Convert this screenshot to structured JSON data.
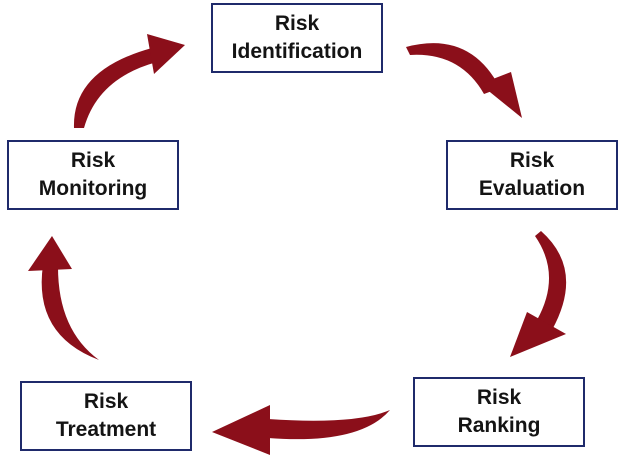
{
  "diagram": {
    "arrow_color": "#8b0f1a",
    "box_border_color": "#1f2a6b",
    "steps": [
      {
        "line1": "Risk",
        "line2": "Identification"
      },
      {
        "line1": "Risk",
        "line2": "Evaluation"
      },
      {
        "line1": "Risk",
        "line2": "Ranking"
      },
      {
        "line1": "Risk",
        "line2": "Treatment"
      },
      {
        "line1": "Risk",
        "line2": "Monitoring"
      }
    ]
  }
}
